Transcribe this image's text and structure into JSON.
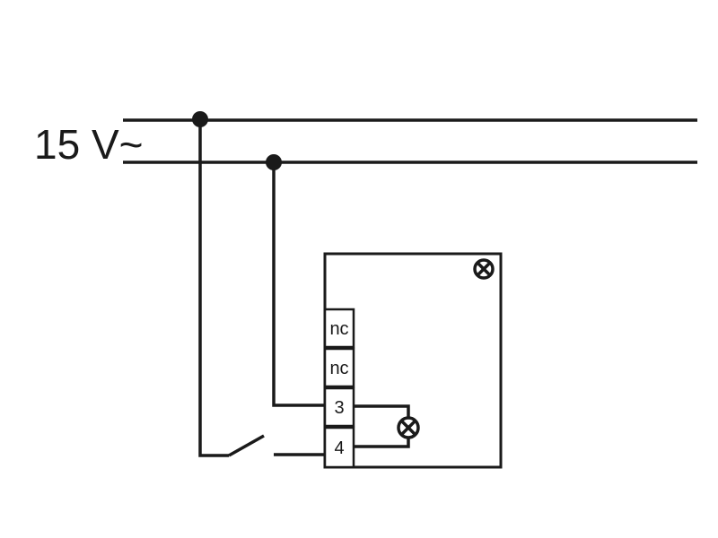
{
  "supply": {
    "voltage_label": "15 V~"
  },
  "terminals": [
    {
      "label": "nc"
    },
    {
      "label": "nc"
    },
    {
      "label": "3"
    },
    {
      "label": "4"
    }
  ],
  "icons": {
    "indicator_lamp": "lamp-icon",
    "load_lamp": "lamp-icon",
    "switch": "switch-icon",
    "junction": "junction-dot"
  }
}
